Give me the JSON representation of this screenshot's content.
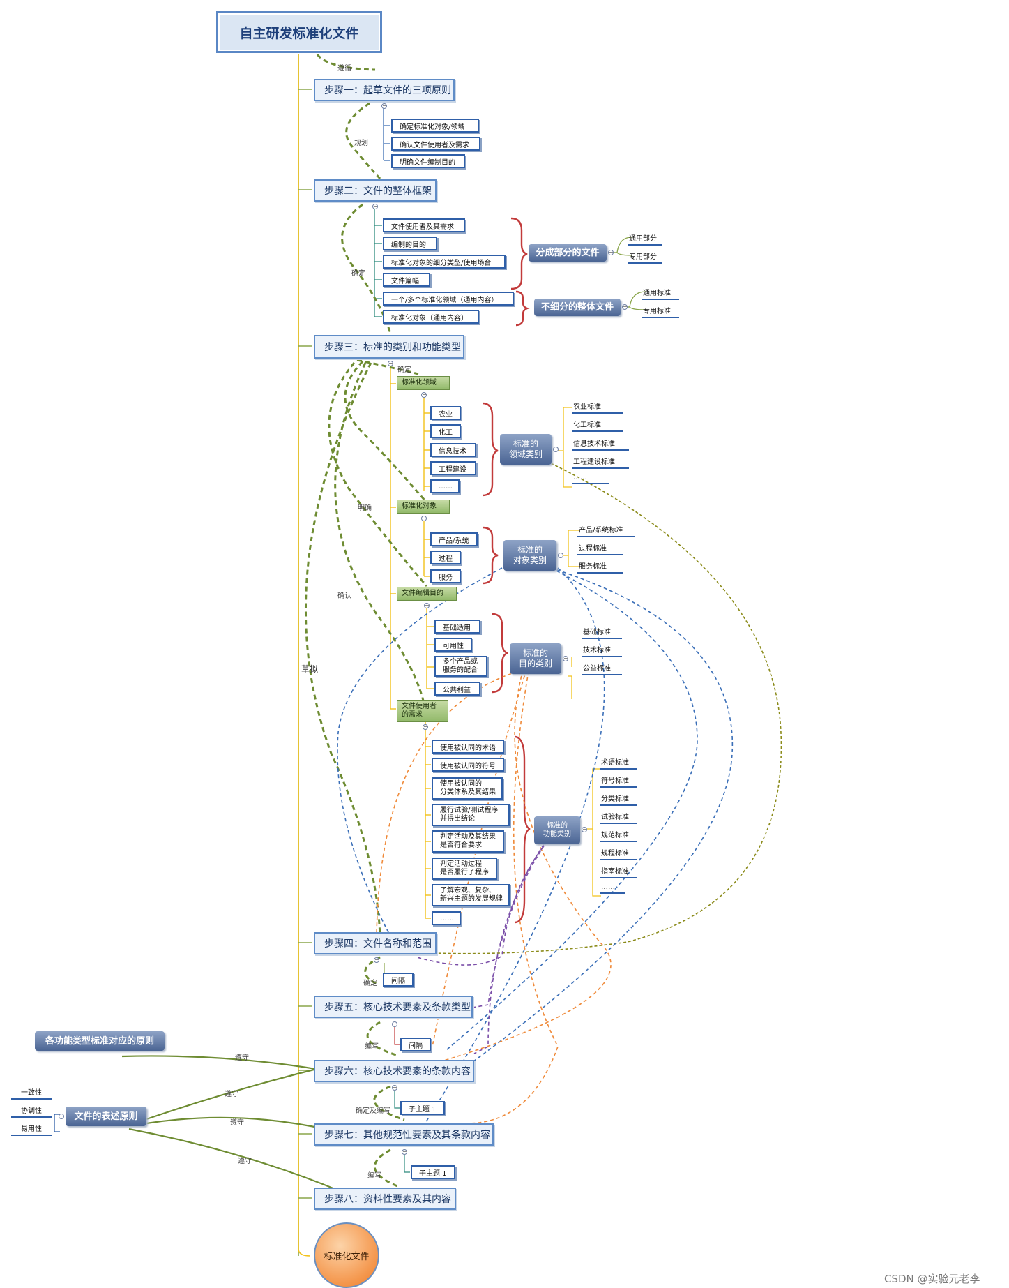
{
  "root": "自主研发标准化文件",
  "steps": [
    "步骤一：起草文件的三项原则",
    "步骤二：文件的整体框架",
    "步骤三：标准的类别和功能类型",
    "步骤四：文件名称和范围",
    "步骤五：核心技术要素及条款类型",
    "步骤六：核心技术要素的条款内容",
    "步骤七：其他规范性要素及其条款内容",
    "步骤八：资料性要素及其内容"
  ],
  "step1_items": [
    "确定标准化对象/领域",
    "确认文件使用者及需求",
    "明确文件编制目的"
  ],
  "step2_items": [
    "文件使用者及其需求",
    "编制的目的",
    "标准化对象的细分类型/使用场合",
    "文件篇幅",
    "一个/多个标准化领域（通用内容）",
    "标准化对象（通用内容）"
  ],
  "split_doc": {
    "title": "分成部分的文件",
    "items": [
      "通用部分",
      "专用部分"
    ]
  },
  "whole_doc": {
    "title": "不细分的整体文件",
    "items": [
      "通用标准",
      "专用标准"
    ]
  },
  "green_nodes": [
    "标准化领域",
    "标准化对象",
    "文件编辑目的",
    "文件使用者\n的需求"
  ],
  "field_items": [
    "农业",
    "化工",
    "信息技术",
    "工程建设",
    "……"
  ],
  "field_class": {
    "title": "标准的\n领域类别",
    "items": [
      "农业标准",
      "化工标准",
      "信息技术标准",
      "工程建设标准",
      "……"
    ]
  },
  "object_items": [
    "产品/系统",
    "过程",
    "服务"
  ],
  "object_class": {
    "title": "标准的\n对象类别",
    "items": [
      "产品/系统标准",
      "过程标准",
      "服务标准"
    ]
  },
  "purpose_items": [
    "基础适用",
    "可用性",
    "多个产品或\n服务的配合",
    "公共利益"
  ],
  "purpose_class": {
    "title": "标准的\n目的类别",
    "items": [
      "基础标准",
      "技术标准",
      "公益标准"
    ]
  },
  "user_items": [
    "使用被认同的术语",
    "使用被认同的符号",
    "使用被认同的\n分类体系及其结果",
    "履行试验/测试程序\n并得出结论",
    "判定活动及其结果\n是否符合要求",
    "判定活动过程\n是否履行了程序",
    "了解宏观、复杂、\n新兴主题的发展规律",
    "……"
  ],
  "function_class": {
    "title": "标准的\n功能类别",
    "items": [
      "术语标准",
      "符号标准",
      "分类标准",
      "试验标准",
      "规范标准",
      "规程标准",
      "指南标准",
      "……"
    ]
  },
  "step_subs": {
    "s4": "间隔",
    "s5": "间隔",
    "s6": "子主题 1",
    "s7": "子主题 1"
  },
  "principles": {
    "func": "各功能类型标准对应的原则",
    "express": "文件的表述原则",
    "express_items": [
      "一致性",
      "协调性",
      "易用性"
    ]
  },
  "labels": {
    "zunxun": "遵循",
    "guihua": "规划",
    "queding": "确定",
    "mingque": "明确",
    "queren": "确认",
    "caoni": "草拟",
    "bianxie": "编写",
    "queding_bianxie": "确定及编写",
    "zunshou": "遵守"
  },
  "final": "标准化文件",
  "watermark": "CSDN @实验元老李"
}
